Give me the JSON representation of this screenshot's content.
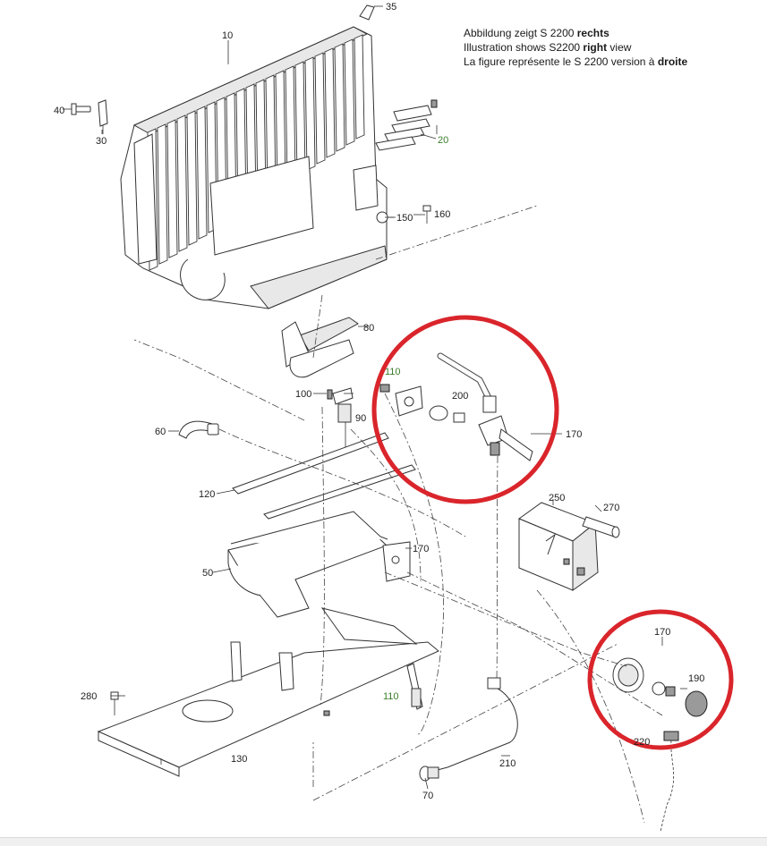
{
  "caption": {
    "line1_prefix": "Abbildung zeigt S 2200 ",
    "line1_bold": "rechts",
    "line2_prefix": "Illustration shows S2200 ",
    "line2_bold": "right",
    "line2_suffix": " view",
    "line3_prefix": "La figure représente le S 2200 version à ",
    "line3_bold": "droite"
  },
  "part_labels": {
    "p10": "10",
    "p20": "20",
    "p30": "30",
    "p35": "35",
    "p40": "40",
    "p50": "50",
    "p60": "60",
    "p70": "70",
    "p80": "80",
    "p90": "90",
    "p100": "100",
    "p110_top": "110",
    "p110_bottom": "110",
    "p120": "120",
    "p130": "130",
    "p150": "150",
    "p160": "160",
    "p170_top": "170",
    "p170_mid": "170",
    "p170_right": "170",
    "p190": "190",
    "p200": "200",
    "p210": "210",
    "p220": "220",
    "p250": "250",
    "p270": "270",
    "p280": "280"
  },
  "colors": {
    "highlight_circle": "#d9252b",
    "green_label": "#3a7d2a",
    "line": "#333333"
  },
  "highlights": [
    "gas-valve-assembly",
    "control-knob-assembly"
  ]
}
